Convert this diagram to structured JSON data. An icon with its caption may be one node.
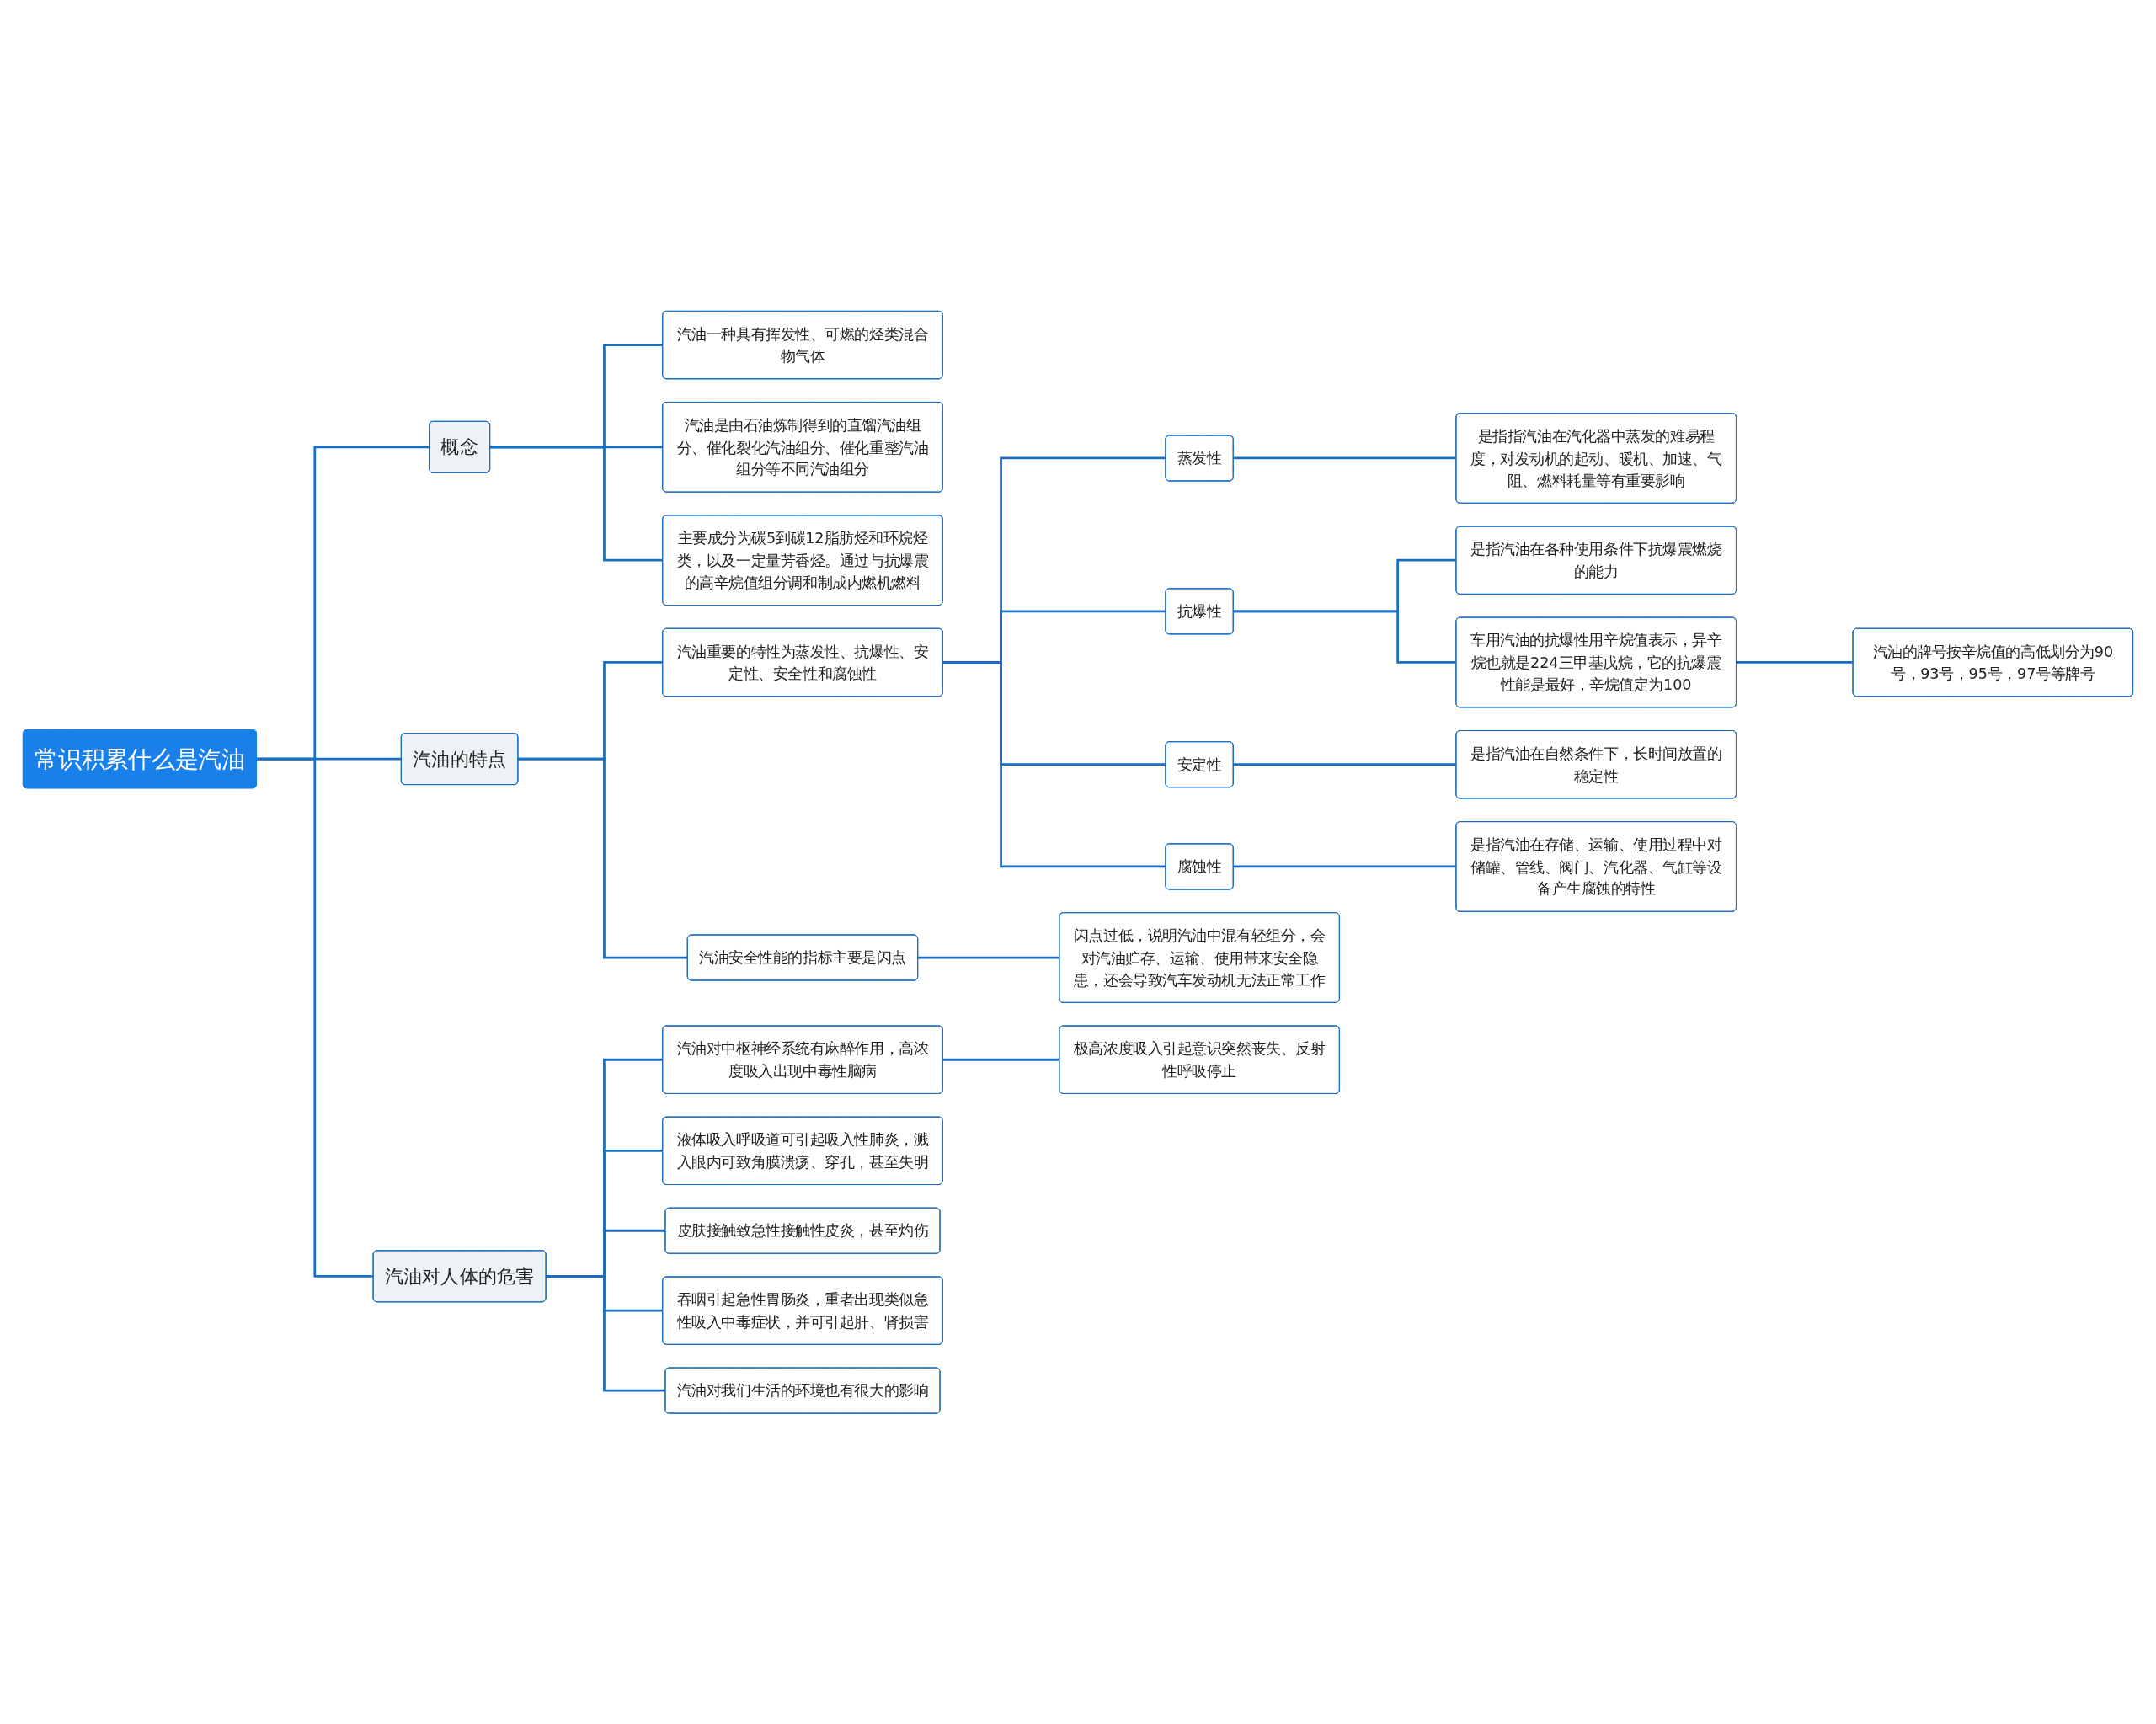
{
  "diagram": {
    "nodes": [
      {
        "text": [
          "常识积累什么是汽油"
        ]
      },
      {
        "text": [
          "概念"
        ]
      },
      {
        "text": [
          "汽油一种具有挥发性、可燃的烃类混合物气体"
        ]
      },
      {
        "text": [
          "汽油是由石油炼制得到的直馏汽油组分、催化裂化汽油组分、催化重整汽油组分等不同汽油组分"
        ]
      },
      {
        "text": [
          "主要成分为碳5到碳12脂肪烃和环烷烃类，以及一定量芳香烃。通过与抗爆震的高辛烷值组分调和制成内燃机燃料"
        ]
      },
      {
        "text": [
          "汽油的特点"
        ]
      },
      {
        "text": [
          "汽油重要的特性为蒸发性、抗爆性、安定性、安全性和腐蚀性"
        ]
      },
      {
        "text": [
          "蒸发性"
        ]
      },
      {
        "text": [
          "是指指汽油在汽化器中蒸发的难易程度，对发动机的起动、暖机、加速、气阻、燃料耗量等有重要影响"
        ]
      },
      {
        "text": [
          "抗爆性"
        ]
      },
      {
        "text": [
          "是指汽油在各种使用条件下抗爆震燃烧的能力"
        ]
      },
      {
        "text": [
          "车用汽油的抗爆性用辛烷值表示，异辛烷也就是224三甲基戊烷，它的抗爆震性能是最好，辛烷值定为100"
        ]
      },
      {
        "text": [
          "汽油的牌号按辛烷值的高低划分为90号，93号，95号，97号等牌号"
        ]
      },
      {
        "text": [
          "安定性"
        ]
      },
      {
        "text": [
          "是指汽油在自然条件下，长时间放置的稳定性"
        ]
      },
      {
        "text": [
          "腐蚀性"
        ]
      },
      {
        "text": [
          "是指汽油在存储、运输、使用过程中对储罐、管线、阀门、汽化器、气缸等设备产生腐蚀的特性"
        ]
      },
      {
        "text": [
          "汽油安全性能的指标主要是闪点"
        ]
      },
      {
        "text": [
          "闪点过低，说明汽油中混有轻组分，会对汽油贮存、运输、使用带来安全隐患，还会导致汽车发动机无法正常工作"
        ]
      },
      {
        "text": [
          "汽油对人体的危害"
        ]
      },
      {
        "text": [
          "汽油对中枢神经系统有麻醉作用，高浓度吸入出现中毒性脑病"
        ]
      },
      {
        "text": [
          "极高浓度吸入引起意识突然丧失、反射性呼吸停止"
        ]
      },
      {
        "text": [
          "液体吸入呼吸道可引起吸入性肺炎，溅入眼内可致角膜溃疡、穿孔，甚至失明"
        ]
      },
      {
        "text": [
          "皮肤接触致急性接触性皮炎，甚至灼伤"
        ]
      },
      {
        "text": [
          "吞咽引起急性胃肠炎，重者出现类似急性吸入中毒症状，并可引起肝、肾损害"
        ]
      },
      {
        "text": [
          "汽油对我们生活的环境也有很大的影响"
        ]
      }
    ],
    "edges": [
      {
        "from": 0,
        "to": 1,
        "arrow": "none"
      },
      {
        "from": 1,
        "to": 2,
        "arrow": "none"
      },
      {
        "from": 1,
        "to": 3,
        "arrow": "none"
      },
      {
        "from": 1,
        "to": 4,
        "arrow": "none"
      },
      {
        "from": 0,
        "to": 5,
        "arrow": "none"
      },
      {
        "from": 5,
        "to": 6,
        "arrow": "none"
      },
      {
        "from": 6,
        "to": 7,
        "arrow": "none"
      },
      {
        "from": 7,
        "to": 8,
        "arrow": "none"
      },
      {
        "from": 6,
        "to": 9,
        "arrow": "none"
      },
      {
        "from": 9,
        "to": 10,
        "arrow": "none"
      },
      {
        "from": 9,
        "to": 11,
        "arrow": "none"
      },
      {
        "from": 11,
        "to": 12,
        "arrow": "none"
      },
      {
        "from": 6,
        "to": 13,
        "arrow": "none"
      },
      {
        "from": 13,
        "to": 14,
        "arrow": "none"
      },
      {
        "from": 6,
        "to": 15,
        "arrow": "none"
      },
      {
        "from": 15,
        "to": 16,
        "arrow": "none"
      },
      {
        "from": 5,
        "to": 17,
        "arrow": "none"
      },
      {
        "from": 17,
        "to": 18,
        "arrow": "none"
      },
      {
        "from": 0,
        "to": 19,
        "arrow": "none"
      },
      {
        "from": 19,
        "to": 20,
        "arrow": "none"
      },
      {
        "from": 20,
        "to": 21,
        "arrow": "none"
      },
      {
        "from": 19,
        "to": 22,
        "arrow": "none"
      },
      {
        "from": 19,
        "to": 23,
        "arrow": "none"
      },
      {
        "from": 19,
        "to": 24,
        "arrow": "none"
      },
      {
        "from": 19,
        "to": 25,
        "arrow": "none"
      }
    ]
  }
}
